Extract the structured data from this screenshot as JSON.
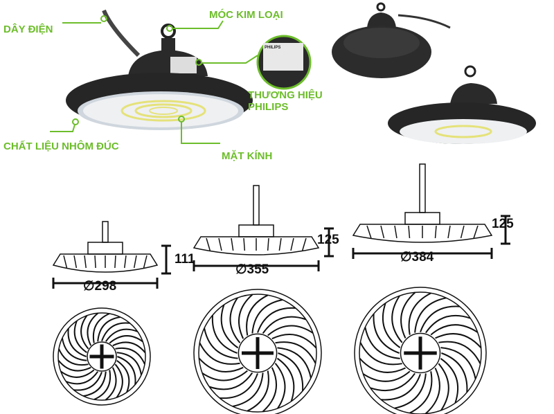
{
  "callouts": {
    "cable": "DÂY ĐIỆN",
    "hook": "MÓC KIM LOẠI",
    "brand_line1": "THƯƠNG HIỆU",
    "brand_line2": "PHILIPS",
    "material": "CHẤT LIỆU NHÔM ĐÚC",
    "lens": "MẶT KÍNH"
  },
  "brand_logo": "PHILIPS",
  "dimensions": [
    {
      "height": "111",
      "diameter": "∅298"
    },
    {
      "height": "125",
      "diameter": "∅355"
    },
    {
      "height": "125",
      "diameter": "∅384"
    }
  ],
  "colors": {
    "accent": "#6cbd2a",
    "body": "#2a2a2a",
    "line": "#111111"
  }
}
